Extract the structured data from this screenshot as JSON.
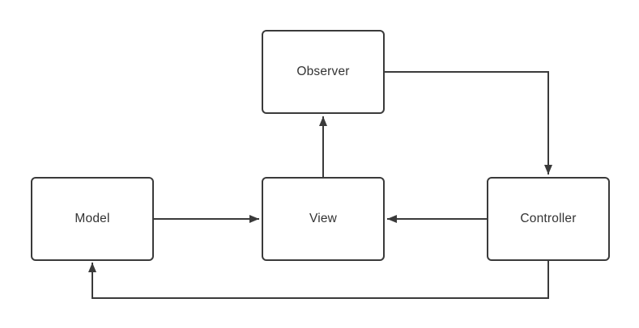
{
  "diagram": {
    "background_color": "#ffffff",
    "stroke_color": "#3a3a3a",
    "text_color": "#333333",
    "node_fill_color": "#ffffff",
    "nodes": [
      {
        "id": "observer",
        "label": "Observer"
      },
      {
        "id": "model",
        "label": "Model"
      },
      {
        "id": "view",
        "label": "View"
      },
      {
        "id": "controller",
        "label": "Controller"
      }
    ],
    "edges": [
      {
        "id": "observer-to-controller",
        "from": "Observer",
        "to": "Controller",
        "arrow": "end"
      },
      {
        "id": "view-to-observer",
        "from": "View",
        "to": "Observer",
        "arrow": "end"
      },
      {
        "id": "model-to-view",
        "from": "Model",
        "to": "View",
        "arrow": "end"
      },
      {
        "id": "controller-to-view",
        "from": "Controller",
        "to": "View",
        "arrow": "end"
      },
      {
        "id": "controller-to-model",
        "from": "Controller",
        "to": "Model",
        "arrow": "end"
      }
    ]
  }
}
